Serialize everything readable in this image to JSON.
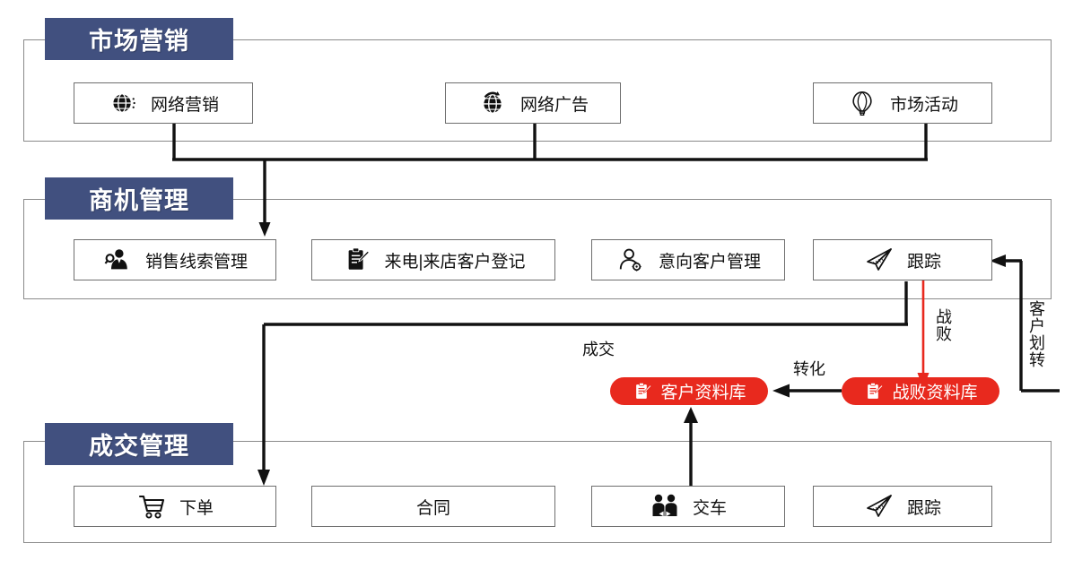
{
  "diagram": {
    "title_sections": [
      "市场营销",
      "商机管理",
      "成交管理"
    ],
    "colors": {
      "badge": "#41507F",
      "pill": "#E8291E",
      "frame_border": "#8A8A8A",
      "node_border": "#6E6E6E",
      "connector": "#111111",
      "connector_red": "#E8291E"
    }
  },
  "sections": [
    {
      "id": "marketing",
      "badge": "市场营销",
      "nodes": [
        {
          "label": "网络营销",
          "icon": "globe-icon"
        },
        {
          "label": "网络广告",
          "icon": "globe-refresh-icon"
        },
        {
          "label": "市场活动",
          "icon": "hot-air-balloon-icon"
        }
      ]
    },
    {
      "id": "opportunity",
      "badge": "商机管理",
      "nodes": [
        {
          "label": "销售线索管理",
          "icon": "salesperson-icon"
        },
        {
          "label": "来电|来店客户登记",
          "icon": "clipboard-pen-icon"
        },
        {
          "label": "意向客户管理",
          "icon": "person-gear-icon"
        },
        {
          "label": "跟踪",
          "icon": "paper-plane-icon"
        }
      ]
    },
    {
      "id": "deal",
      "badge": "成交管理",
      "nodes": [
        {
          "label": "下单",
          "icon": "shopping-cart-icon"
        },
        {
          "label": "合同",
          "icon": "none"
        },
        {
          "label": "交车",
          "icon": "handover-people-icon"
        },
        {
          "label": "跟踪",
          "icon": "paper-plane-icon"
        }
      ]
    }
  ],
  "pills": [
    {
      "id": "customer-db",
      "label": "客户资料库",
      "icon": "clipboard-pen-white-icon"
    },
    {
      "id": "lost-db",
      "label": "战败资料库",
      "icon": "clipboard-pen-white-icon"
    }
  ],
  "edge_labels": {
    "deal_done": "成交",
    "convert": "转化",
    "lost": "战败",
    "transfer": "客户划转"
  }
}
